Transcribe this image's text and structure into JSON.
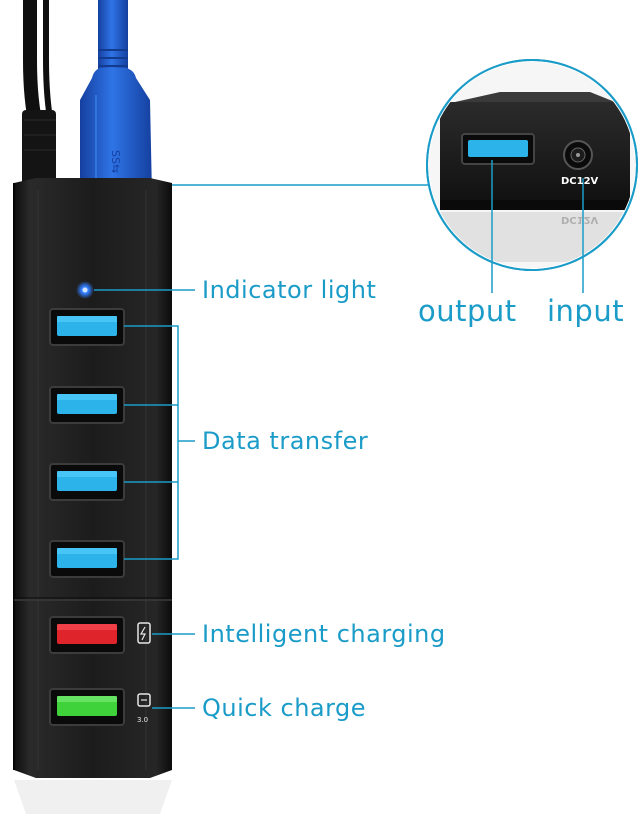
{
  "labels": {
    "indicator_light": "Indicator light",
    "data_transfer": "Data transfer",
    "intelligent_charging": "Intelligent charging",
    "quick_charge": "Quick charge",
    "output": "output",
    "input": "input"
  },
  "inset": {
    "dc_text": "DC12V",
    "dc_reflection": "DC12V"
  },
  "colors": {
    "accent_line": "#1b9cc8",
    "port_blue": "#2cb4ea",
    "port_red": "#e0242c",
    "port_green": "#3fd23a",
    "hub_body": "#1a1a1a",
    "cable_blue": "#1f5fd0",
    "led_blue": "#2f7dff"
  }
}
